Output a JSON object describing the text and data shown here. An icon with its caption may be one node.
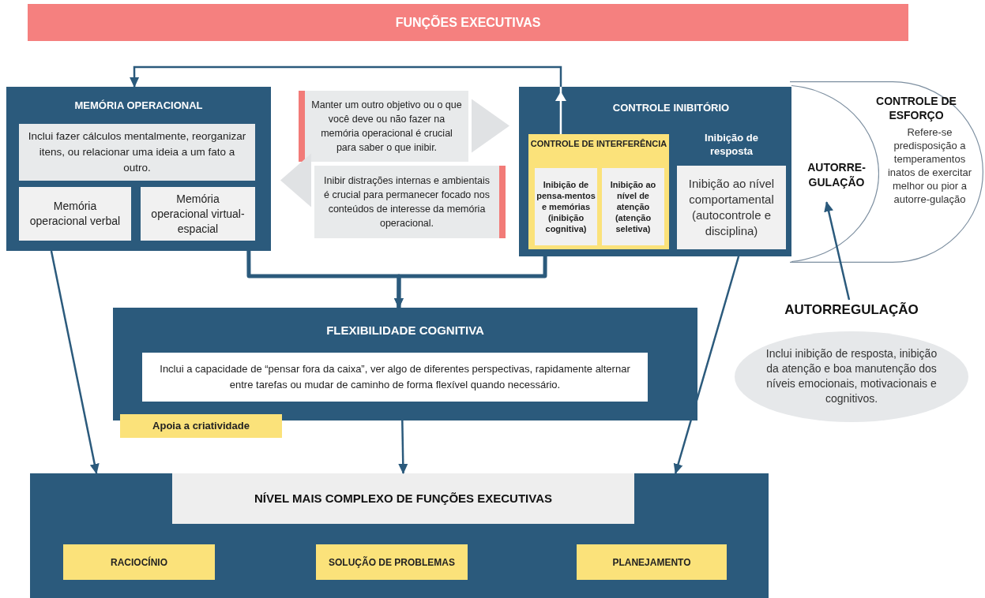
{
  "diagram": {
    "nodes": [
      {
        "text": [
          "FUNÇÕES EXECUTIVAS"
        ]
      },
      {
        "text": [
          "MEMÓRIA OPERACIONAL"
        ]
      },
      {
        "text": [
          "Inclui fazer cálculos mentalmente, reorganizar itens, ou relacionar uma ideia a um fato a outro."
        ],
        "in": 1
      },
      {
        "text": [
          "Memória operacional verbal"
        ],
        "in": 1
      },
      {
        "text": [
          "Memória operacional virtual-espacial"
        ],
        "in": 1
      },
      {
        "text": [
          "Manter um outro objetivo ou o que você deve ou não fazer na memória operacional é crucial para saber o que inibir."
        ]
      },
      {
        "text": [
          "Inibir distrações internas e ambientais é crucial para permanecer focado nos conteúdos de interesse da memória operacional."
        ]
      },
      {
        "text": [
          "CONTROLE INIBITÓRIO"
        ]
      },
      {
        "text": [
          "CONTROLE DE INTERFERÊNCIA"
        ],
        "in": 7
      },
      {
        "text": [
          "Inibição de pensa-mentos e memórias (inibição cognitiva)"
        ],
        "in": 8
      },
      {
        "text": [
          "Inibição ao nível de atenção (atenção seletiva)"
        ],
        "in": 8
      },
      {
        "text": [
          "Inibição de resposta",
          "Inibição ao nível comportamental (autocontrole e disciplina)"
        ],
        "in": 7
      },
      {
        "text": [
          "CONTROLE DE ESFORÇO",
          "Refere-se predisposição a temperamentos inatos de exercitar melhor ou pior a autorre-gulação"
        ]
      },
      {
        "text": [
          "AUTORRE-GULAÇÃO"
        ],
        "in": 12
      },
      {
        "text": [
          "FLEXIBILIDADE COGNITIVA"
        ]
      },
      {
        "text": [
          "Inclui a capacidade de “pensar fora da caixa”, ver algo de diferentes perspectivas, rapidamente alternar entre tarefas ou mudar de caminho de forma flexível quando necessário."
        ],
        "in": 14
      },
      {
        "text": [
          "Apoia a criatividade"
        ]
      },
      {
        "text": [],
        "shape": "box"
      },
      {
        "text": [
          "NÍVEL MAIS COMPLEXO DE FUNÇÕES EXECUTIVAS"
        ],
        "in": 17
      },
      {
        "text": [
          "RACIOCÍNIO"
        ],
        "in": 17
      },
      {
        "text": [
          "SOLUÇÃO DE PROBLEMAS"
        ],
        "in": 17
      },
      {
        "text": [
          "PLANEJAMENTO"
        ],
        "in": 17
      },
      {
        "text": [
          "AUTORREGULAÇÃO",
          "Inclui inibição de resposta, inibição da atenção e boa manutenção dos níveis emocionais, motivacionais e cognitivos."
        ]
      }
    ],
    "edges": [
      {
        "from": 8,
        "to": 1,
        "arrow": "to"
      },
      {
        "from": 1,
        "to": 14,
        "arrow": "to",
        "style": "thick"
      },
      {
        "from": 7,
        "to": 14,
        "arrow": "to",
        "style": "thick"
      },
      {
        "from": 1,
        "to": 17,
        "arrow": "to"
      },
      {
        "from": 7,
        "to": 17,
        "arrow": "to"
      },
      {
        "from": 14,
        "to": 18,
        "arrow": "to"
      },
      {
        "from": 22,
        "to": 13,
        "arrow": "to"
      },
      {
        "from": 5,
        "to": 7,
        "arrow": "to",
        "color": "#e0e2e4"
      },
      {
        "from": 6,
        "to": 1,
        "arrow": "to",
        "color": "#e0e2e4"
      }
    ]
  }
}
